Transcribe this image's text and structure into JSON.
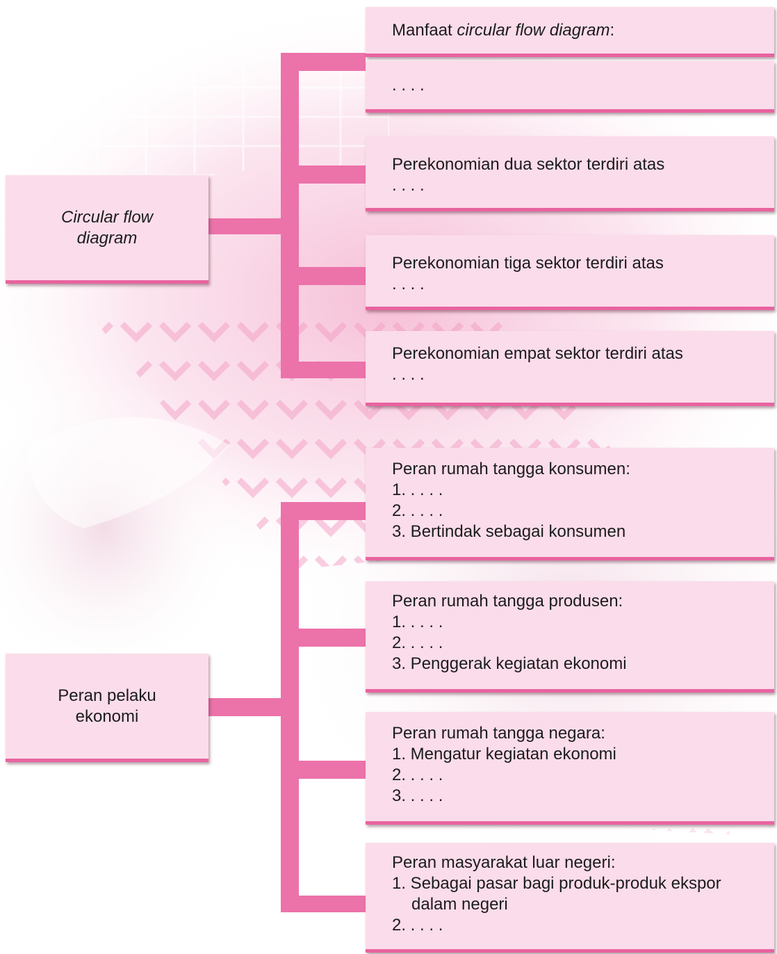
{
  "colors": {
    "box_fill": "#fbdcea",
    "box_edge": "#e8649f",
    "connector": "#ec72aa",
    "text": "#1c1c1c"
  },
  "section1": {
    "root_line1": "Circular flow",
    "root_line2": "diagram",
    "manfaat_prefix": "Manfaat ",
    "manfaat_italic": "circular flow diagram",
    "manfaat_suffix": ":",
    "manfaat_blank": ". . . .",
    "dua_line1": "Perekonomian dua sektor terdiri atas",
    "dua_line2": ". . . .",
    "tiga_line1": "Perekonomian tiga sektor terdiri atas",
    "tiga_line2": ". . . .",
    "empat_line1": "Perekonomian empat sektor terdiri atas",
    "empat_line2": ". . . ."
  },
  "section2": {
    "root_line1": "Peran pelaku",
    "root_line2": "ekonomi",
    "konsumen": {
      "title": "Peran rumah tangga konsumen:",
      "item1": "1. . . . .",
      "item2": "2. . . . .",
      "item3": "3. Bertindak sebagai konsumen"
    },
    "produsen": {
      "title": "Peran rumah tangga produsen:",
      "item1": "1. . . . .",
      "item2": "2. . . . .",
      "item3": "3. Penggerak kegiatan ekonomi"
    },
    "negara": {
      "title": "Peran rumah tangga negara:",
      "item1": "1. Mengatur kegiatan ekonomi",
      "item2": "2. . . . .",
      "item3": "3. . . . ."
    },
    "luar_negeri": {
      "title": "Peran masyarakat luar negeri:",
      "item1a": "1. Sebagai pasar bagi produk-produk ekspor",
      "item1b": "dalam negeri",
      "item2": "2. . . . ."
    }
  }
}
